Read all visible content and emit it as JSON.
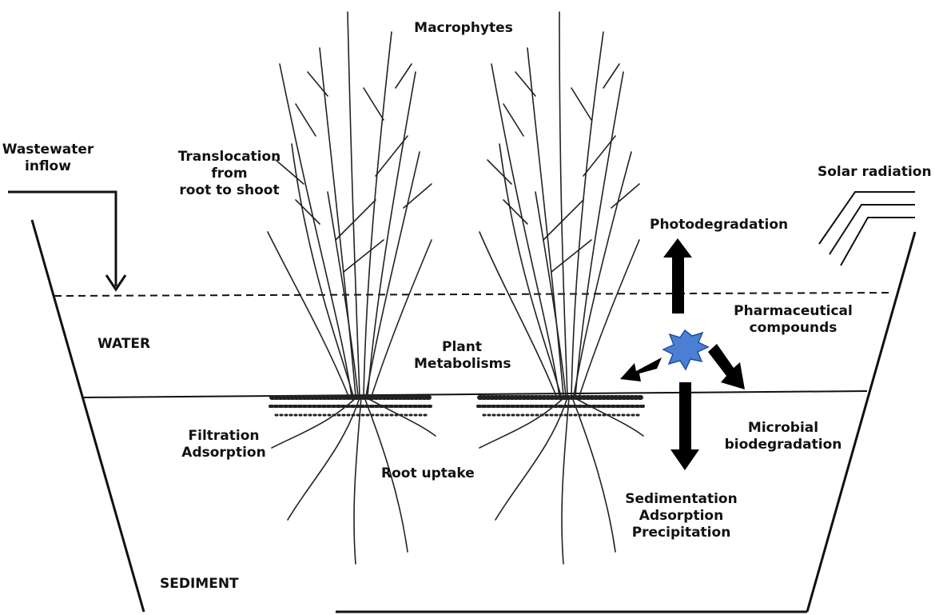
{
  "labels": {
    "macrophytes": "Macrophytes",
    "wastewater_inflow": "Wastewater\ninflow",
    "translocation": "Translocation\nfrom\nroot to shoot",
    "solar_radiation": "Solar radiation",
    "photodegradation": "Photodegradation",
    "pharmaceutical_compounds": "Pharmaceutical\ncompounds",
    "water": "WATER",
    "plant_metabolisms": "Plant\nMetabolisms",
    "filtration_adsorption": "Filtration\nAdsorption",
    "root_uptake": "Root uptake",
    "microbial_biodegradation": "Microbial\nbiodegradation",
    "sedimentation": "Sedimentation\nAdsorption\nPrecipitation",
    "sediment": "SEDIMENT"
  },
  "colors": {
    "line": "#111111",
    "compound_fill": "#4a7fd4",
    "compound_stroke": "#1f4f9e"
  },
  "icons": {
    "compound": "pharmaceutical-compound-blob",
    "arrows": "block-arrows"
  }
}
